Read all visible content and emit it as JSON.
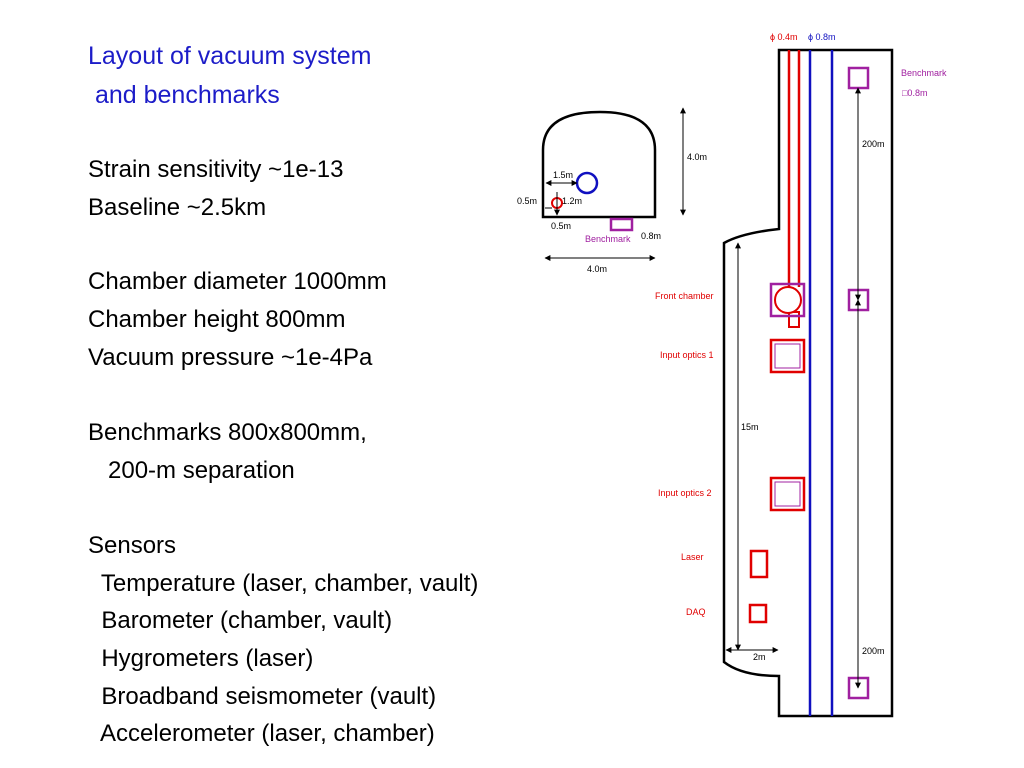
{
  "title": {
    "line1": "Layout of vacuum system",
    "line2": " and benchmarks"
  },
  "text": {
    "strain": "Strain sensitivity ~1e-13",
    "baseline": "Baseline ~2.5km",
    "chamber_diameter": "Chamber diameter 1000mm",
    "chamber_height": "Chamber height 800mm",
    "vacuum_pressure": "Vacuum pressure ~1e-4Pa",
    "benchmarks": "Benchmarks 800x800mm,",
    "separation": "   200-m separation",
    "sensors": "Sensors",
    "temperature": "  Temperature (laser, chamber, vault)",
    "barometer": "  Barometer (chamber, vault)",
    "hygrometers": "  Hygrometers (laser)",
    "seismometer": "  Broadband seismometer (vault)",
    "accelerometer": "  Accelerometer (laser, chamber)"
  },
  "cross_section": {
    "height": "4.0m",
    "width": "4.0m",
    "pipe_large_label": "1.5m",
    "pipe_small_label": "0.5m",
    "pipe_small_height": "1.2m",
    "pipe_small_offset": "0.5m",
    "benchmark_label": "Benchmark",
    "benchmark_size": "0.8m"
  },
  "layout": {
    "pipe_red_label": "ϕ 0.4m",
    "pipe_blue_label": "ϕ 0.8m",
    "benchmark_label": "Benchmark",
    "benchmark_size": "□0.8m",
    "sep_top": "200m",
    "sep_bottom": "200m",
    "length": "15m",
    "width": "2m",
    "front_chamber": "Front chamber",
    "input_optics_1": "Input optics 1",
    "input_optics_2": "Input optics 2",
    "laser": "Laser",
    "daq": "DAQ"
  },
  "colors": {
    "title": "#1c1cc8",
    "red": "#e00000",
    "blue": "#1010c0",
    "purple": "#a020a0"
  }
}
